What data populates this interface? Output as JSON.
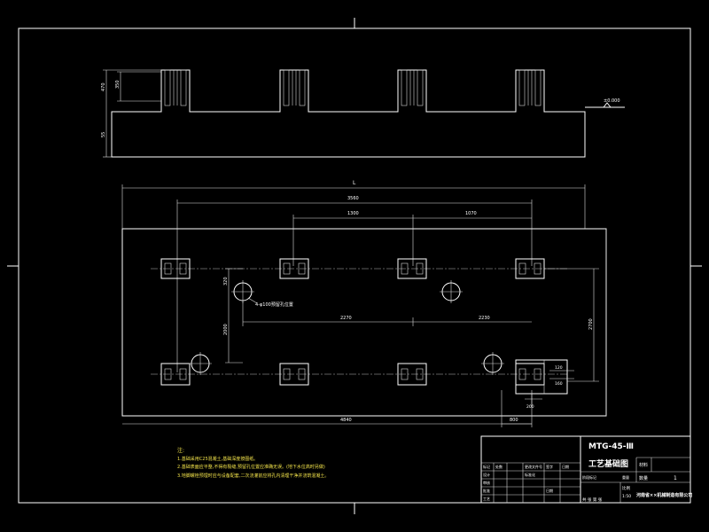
{
  "colors": {
    "background": "#000000",
    "line": "#ffffff",
    "note_text": "#f2e24a"
  },
  "elevation": {
    "pier_height": "470",
    "inner_height": "350",
    "base_thickness": "55",
    "ground_level": "±0.000"
  },
  "plan": {
    "overall_length": "L",
    "dim_top_span": "3560",
    "dim_mid_left": "1300",
    "dim_mid_right": "1070",
    "dim_inner_left": "2270",
    "dim_inner_right": "2230",
    "dim_hole_offset": "320",
    "dim_vertical_left": "2000",
    "dim_vertical_right": "2700",
    "dim_bottom_main": "4840",
    "dim_bottom_small": "800",
    "dim_detail_a": "120",
    "dim_detail_b": "160",
    "dim_detail_c": "200",
    "hole_callout": "4-φ100预留孔位置"
  },
  "notes": {
    "heading": "注:",
    "items": [
      "1.基础采用C25混凝土,基础深度按图纸。",
      "2.基础表面应平整,不得有裂缝,预留孔位置应准确无误。(地下水位高时另做)",
      "3.地脚螺栓预埋时应与设备配套,二次浇灌前应将孔内清理干净并浇筑混凝土。"
    ]
  },
  "title_block": {
    "model": "MTG-45-Ⅲ",
    "drawing_name": "工艺基础图",
    "labels": {
      "material": "材料",
      "quantity": "数量",
      "quantity_value": "1",
      "scale_label": "比例",
      "scale_value": "1:50",
      "sheet_label": "共 张 第 张",
      "designer": "设计",
      "checker": "审核",
      "approver": "批准",
      "process": "工艺",
      "standard": "标准化",
      "date": "日期",
      "stage_mark": "阶段标记",
      "weight": "重量",
      "revision": "更改",
      "signature": "签字",
      "company": "河南省××机械制造有限公司"
    },
    "cells": [
      "标记",
      "处数",
      "更改文件号",
      "签字",
      "日期"
    ]
  }
}
